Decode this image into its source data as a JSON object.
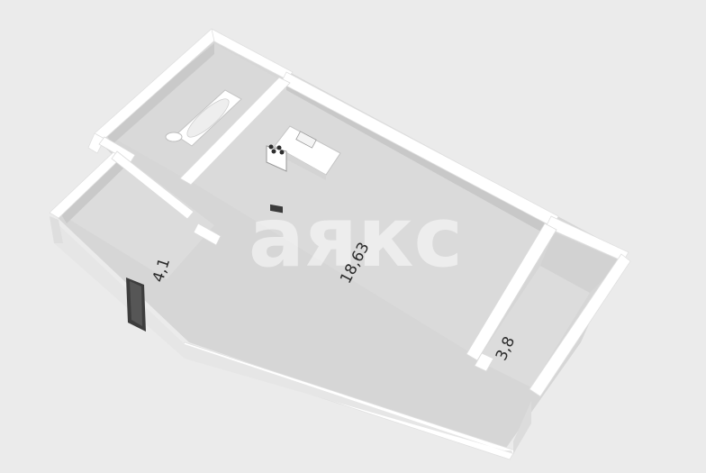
{
  "watermark": "аякс",
  "rooms": [
    {
      "id": "main",
      "area_label": "18,63"
    },
    {
      "id": "hall",
      "area_label": "4,1"
    },
    {
      "id": "loggia",
      "area_label": "3,8"
    },
    {
      "id": "bathroom",
      "area_label": ""
    }
  ],
  "colors": {
    "background": "#ebebeb",
    "floor": "#d9d9d9",
    "wall_top": "#ffffff",
    "wall_side": "#e3e3e3",
    "wall_shadow": "#c4c4c4",
    "door": "#3d3d3d",
    "watermark": "#ffffff"
  }
}
